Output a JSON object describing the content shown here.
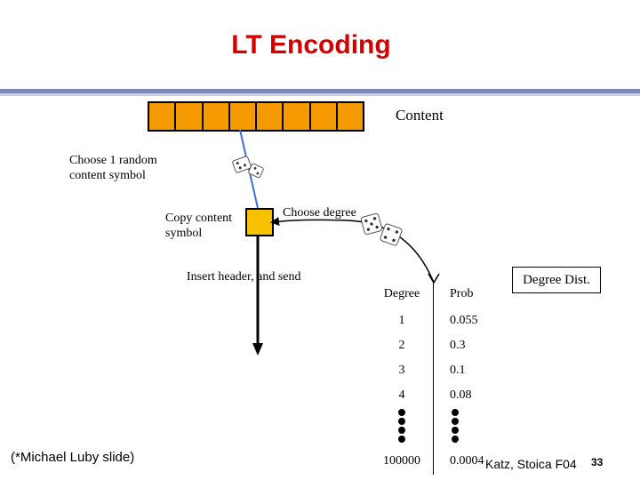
{
  "slide": {
    "title": "LT Encoding",
    "content_label": "Content",
    "choose_symbol_line1": "Choose 1 random",
    "choose_symbol_line2": "content symbol",
    "copy_line1": "Copy content",
    "copy_line2": "symbol",
    "choose_degree": "Choose degree",
    "insert_header": "Insert header, and send",
    "degree_dist_label": "Degree Dist.",
    "footer_left": "(*Michael Luby slide)",
    "footer_right": "Katz, Stoica F04",
    "page_number": "33"
  },
  "content_symbols": {
    "count": 8,
    "color": "#f59a00"
  },
  "copy_symbol_color": "#f7c000",
  "degree_table": {
    "header": [
      "Degree",
      "Prob"
    ],
    "rows": [
      {
        "degree": "1",
        "prob": "0.055"
      },
      {
        "degree": "2",
        "prob": "0.3"
      },
      {
        "degree": "3",
        "prob": "0.1"
      },
      {
        "degree": "4",
        "prob": "0.08"
      }
    ],
    "last_row": {
      "degree": "100000",
      "prob": "0.0004"
    }
  },
  "icons": [
    "dice-icon",
    "dice-pair-icon",
    "ellipsis-dots-icon"
  ]
}
